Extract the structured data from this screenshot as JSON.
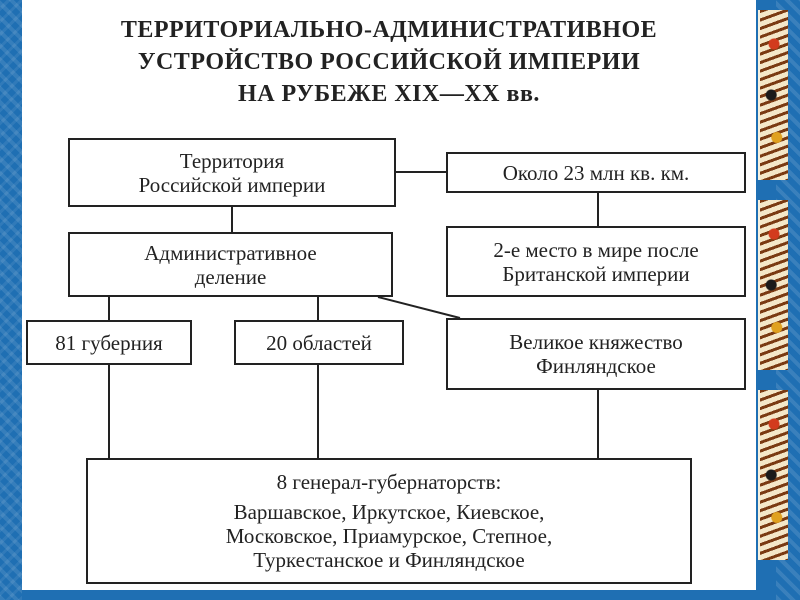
{
  "title": {
    "line1": "ТЕРРИТОРИАЛЬНО-АДМИНИСТРАТИВНОЕ",
    "line2": "УСТРОЙСТВО РОССИЙСКОЙ ИМПЕРИИ",
    "line3": "НА РУБЕЖЕ XIX—XX вв."
  },
  "boxes": {
    "territory": {
      "line1": "Территория",
      "line2": "Российской империи"
    },
    "area": "Около 23 млн кв. км.",
    "admin_division": {
      "line1": "Административное",
      "line2": "деление"
    },
    "rank": {
      "line1": "2-е место в мире после",
      "line2": "Британской империи"
    },
    "provinces": "81 губерния",
    "regions": "20 областей",
    "finland": {
      "line1": "Великое княжество",
      "line2": "Финляндское"
    },
    "gov_general": {
      "heading": "8 генерал-губернаторств:",
      "line1": "Варшавское, Иркутское, Киевское,",
      "line2": "Московское, Приамурское, Степное,",
      "line3": "Туркестанское и Финляндское"
    }
  }
}
